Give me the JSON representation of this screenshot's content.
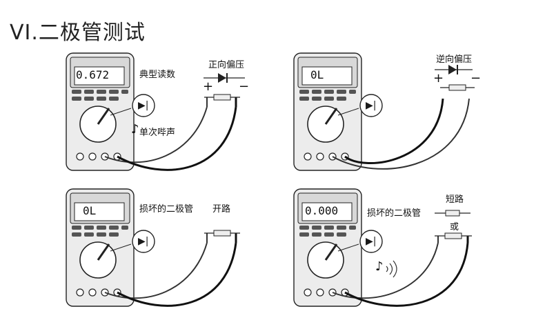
{
  "title": "VI.二极管测试",
  "panels": [
    {
      "reading": "0.672",
      "status_label": "典型读数",
      "polarity_label": "正向偏压",
      "beep_label": "单次哔声"
    },
    {
      "reading": "0L",
      "polarity_label": "逆向偏压"
    },
    {
      "reading": "0L",
      "status_label": "损坏的二极管",
      "result_label": "开路"
    },
    {
      "reading": "0.000",
      "status_label": "损坏的二极管",
      "result_label": "短路",
      "or_label": "或"
    }
  ],
  "symbols": {
    "plus": "+",
    "minus": "−"
  },
  "icons": [
    "diode-icon",
    "music-note-icon",
    "sound-waves-icon"
  ],
  "colors": {
    "line": "#222222",
    "meter_body": "#e9e9e9",
    "lcd": "#ffffff"
  }
}
